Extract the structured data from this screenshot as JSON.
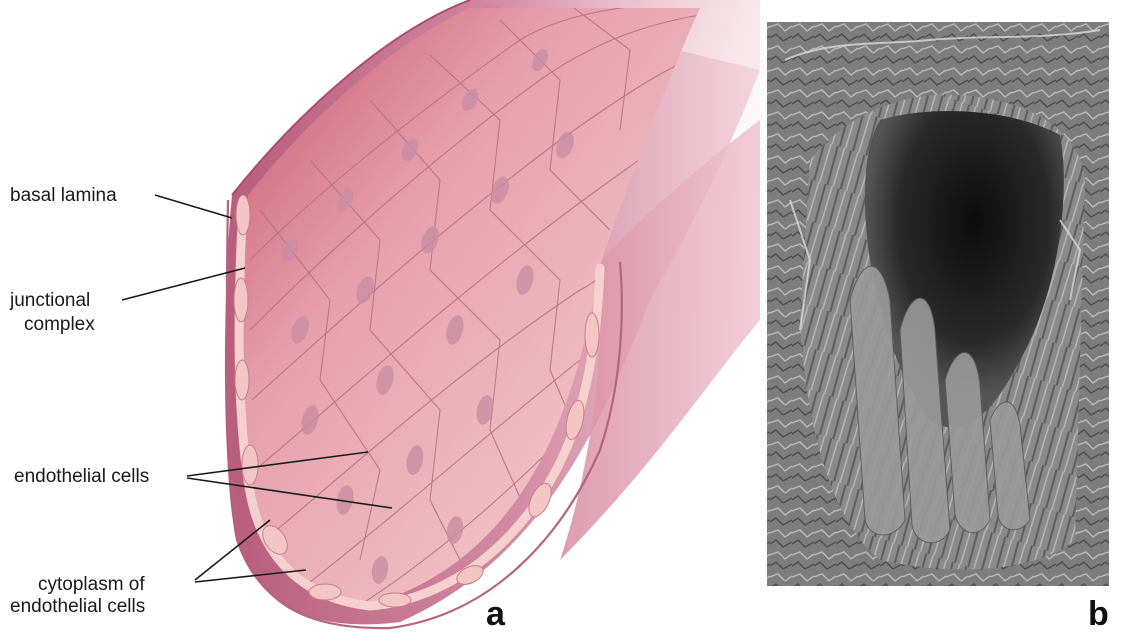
{
  "panel_a": {
    "letter": "a",
    "labels": {
      "basal_lamina": "basal lamina",
      "junctional_line1": "junctional",
      "junctional_line2": "complex",
      "endothelial_cells": "endothelial cells",
      "cytoplasm_line1": "cytoplasm of",
      "cytoplasm_line2": "endothelial cells"
    }
  },
  "panel_b": {
    "letter": "b"
  },
  "colors": {
    "vessel_outer": "#c9708f",
    "vessel_inner": "#e9a9b6",
    "cell_fill": "#f2bcc0",
    "nucleus": "#c98ea3",
    "cytoplasm_strip": "#f6d0ce",
    "sem_dark": "#1f1f1f",
    "sem_mid": "#7a7a7a"
  }
}
